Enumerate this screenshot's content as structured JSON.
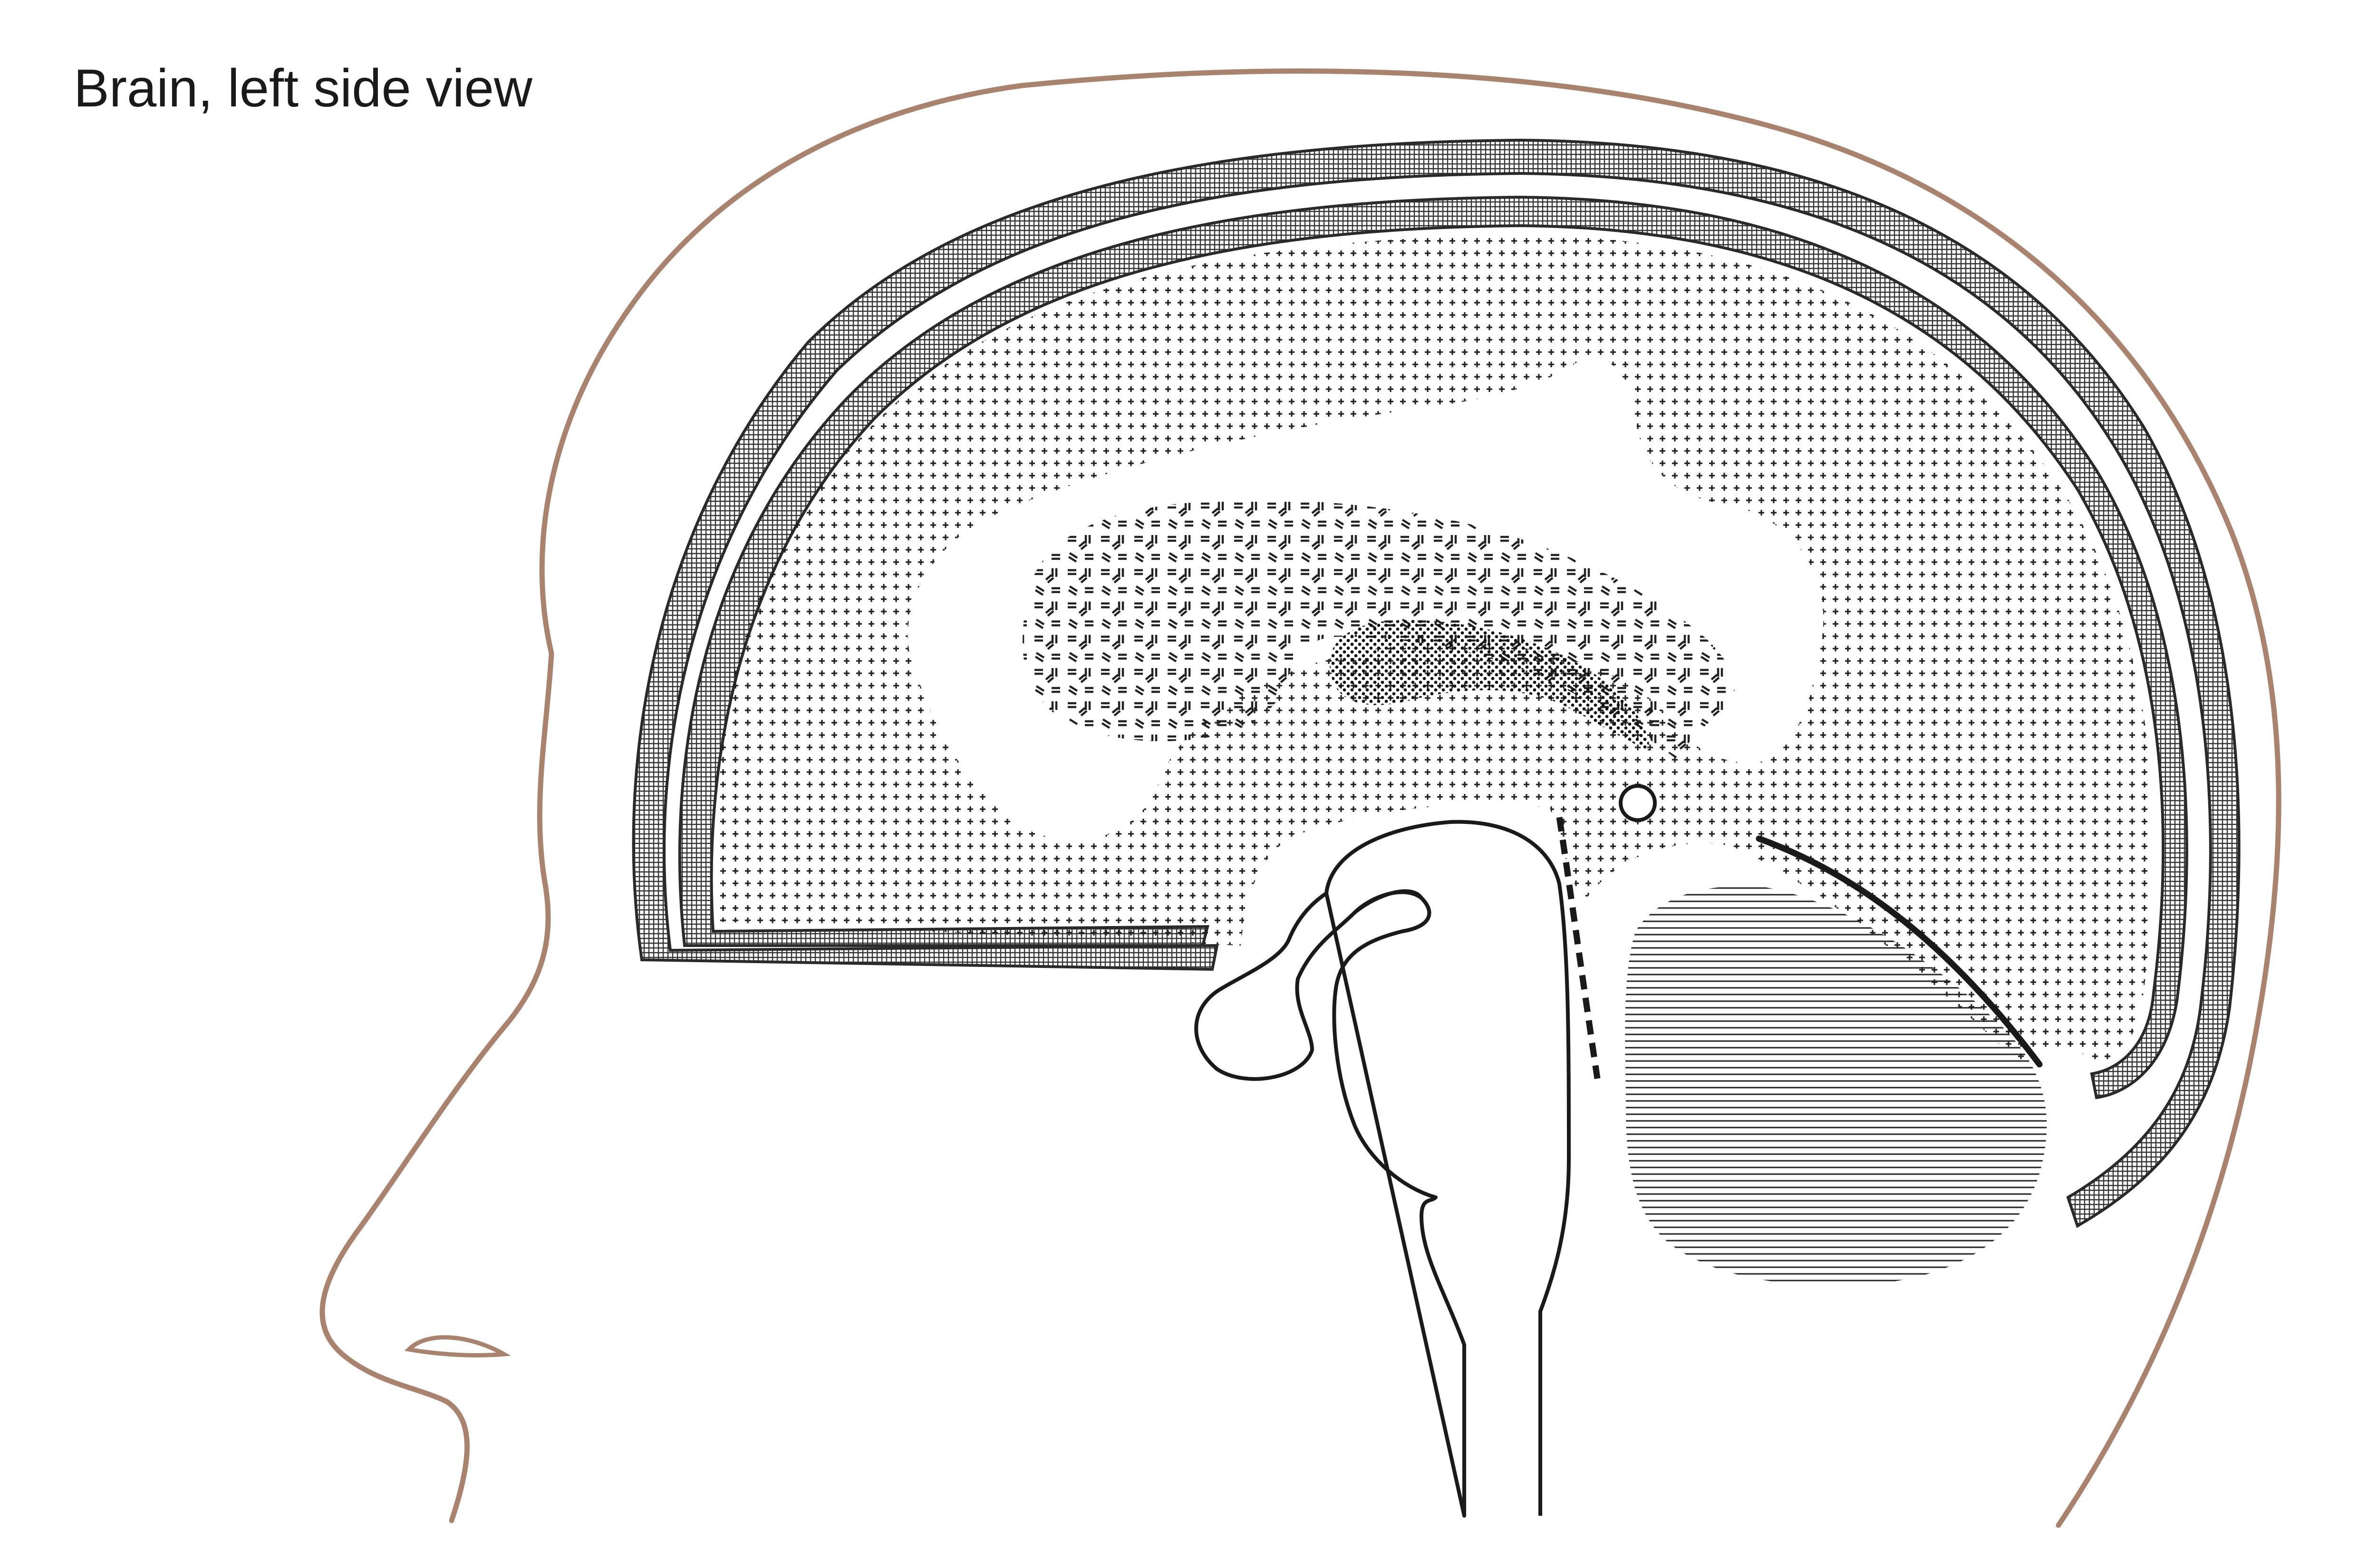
{
  "figure": {
    "title": "Brain, left side view"
  },
  "colors": {
    "head_outline": "#a9836e",
    "line_ink": "#1a1a1a",
    "background": "#ffffff"
  },
  "regions": [
    "head-profile",
    "scalp-skull-layers",
    "cerebrum",
    "lateral-ventricle",
    "corpus-callosum",
    "thalamus",
    "small-circle-structure",
    "brainstem-spinal-cord",
    "pituitary-hypothalamus",
    "dashed-boundary-line",
    "tentorium-line",
    "cerebellum"
  ]
}
